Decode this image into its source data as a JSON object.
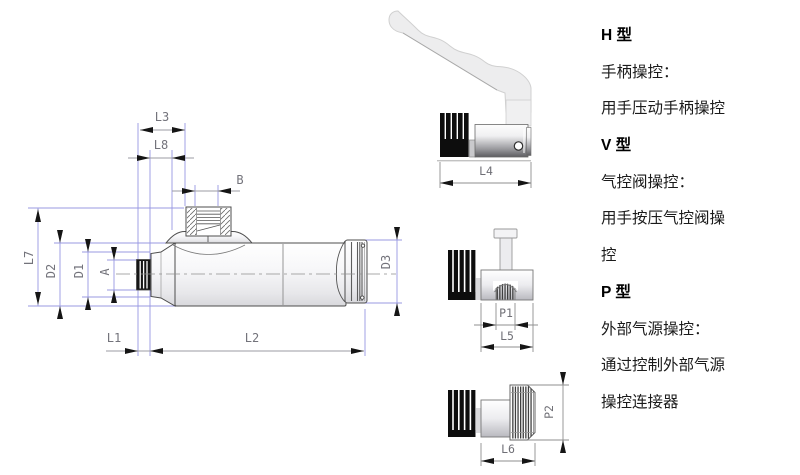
{
  "dims": {
    "L1": "L1",
    "L2": "L2",
    "L3": "L3",
    "L4": "L4",
    "L5": "L5",
    "L6": "L6",
    "L7": "L7",
    "L8": "L8",
    "D1": "D1",
    "D2": "D2",
    "D3": "D3",
    "A": "A",
    "B": "B",
    "P1": "P1",
    "P2": "P2"
  },
  "panel": {
    "lines": [
      {
        "text": "H 型",
        "bold": true
      },
      {
        "text": "手柄操控：",
        "bold": false
      },
      {
        "text": "用手压动手柄操控",
        "bold": false
      },
      {
        "text": "V 型",
        "bold": true
      },
      {
        "text": "气控阀操控：",
        "bold": false
      },
      {
        "text": "用手按压气控阀操",
        "bold": false
      },
      {
        "text": "控",
        "bold": false
      },
      {
        "text": "P 型",
        "bold": true
      },
      {
        "text": "外部气源操控：",
        "bold": false
      },
      {
        "text": "通过控制外部气源",
        "bold": false
      },
      {
        "text": "操控连接器",
        "bold": false
      }
    ]
  },
  "colors": {
    "extension_line": "#9898e2",
    "dimension_line": "#9b9ba3",
    "arrow": "#151515",
    "label": "#73737b",
    "outline": "#4d4d4d",
    "knurl": "#0d0d0d"
  }
}
